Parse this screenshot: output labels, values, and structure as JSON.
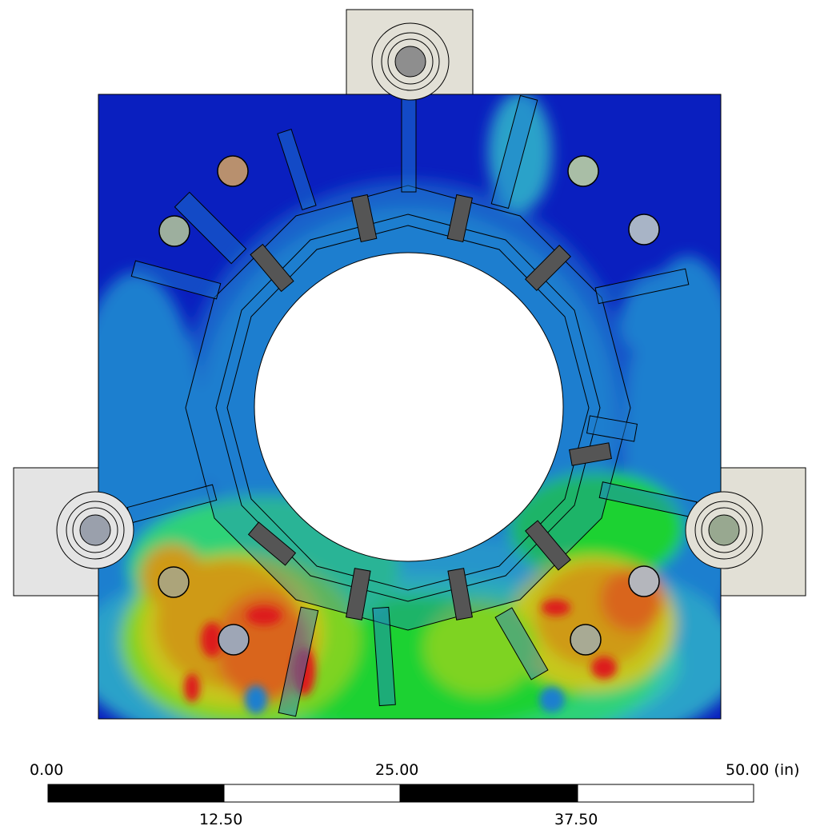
{
  "scale_bar": {
    "top_labels": [
      "0.00",
      "25.00",
      "50.00 (in)"
    ],
    "bottom_labels": [
      "12.50",
      "37.50"
    ],
    "segment_colors": [
      "#000000",
      "#ffffff",
      "#000000",
      "#ffffff"
    ]
  },
  "colors": {
    "background": "#ffffff",
    "contour_min": "#0a1fbf",
    "contour_levels": [
      "#0a1fbf",
      "#1352c9",
      "#1f7fcf",
      "#2aa2c9",
      "#34c4b0",
      "#2fd278",
      "#1bd230",
      "#7ed320",
      "#c6c81c",
      "#cf9a18",
      "#d9651a",
      "#dd1a1a"
    ],
    "support_plate": "#e2e0d6",
    "support_plate_left": "#e4e4e4",
    "outline": "#000000"
  },
  "pins": [
    {
      "name": "pin-top-left-1",
      "color": "#b8906e"
    },
    {
      "name": "pin-top-left-2",
      "color": "#9daf9e"
    },
    {
      "name": "pin-top-right-1",
      "color": "#a9bea6"
    },
    {
      "name": "pin-top-right-2",
      "color": "#a8b4c6"
    },
    {
      "name": "pin-bottom-left-1",
      "color": "#aca47a"
    },
    {
      "name": "pin-bottom-left-2",
      "color": "#9ea6b6"
    },
    {
      "name": "pin-bottom-right-1",
      "color": "#b4b6bc"
    },
    {
      "name": "pin-bottom-right-2",
      "color": "#a8aa94"
    }
  ],
  "lugs": [
    {
      "name": "lug-top",
      "hole_color": "#8e8e8e"
    },
    {
      "name": "lug-left",
      "hole_color": "#9aa0ac"
    },
    {
      "name": "lug-right",
      "hole_color": "#98a890"
    }
  ]
}
